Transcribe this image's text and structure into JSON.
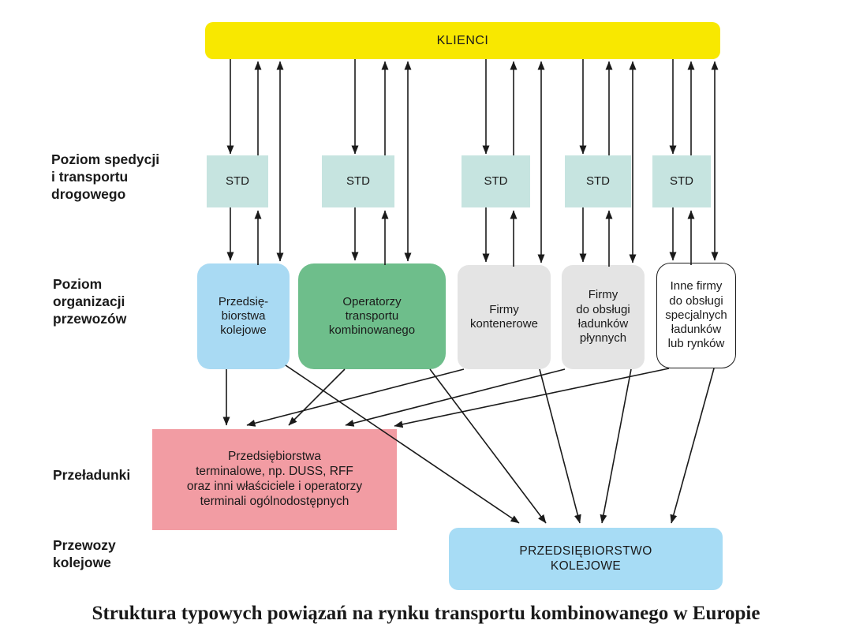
{
  "side_labels": {
    "forwarding": "Poziom spedycji\ni transportu\ndrogowego",
    "organization": "Poziom\norganizacji\nprzewozów",
    "transshipment": "Przeładunki",
    "rail": "Przewozy\nkolejowe"
  },
  "boxes": {
    "clients": "KLIENCI",
    "std": "STD",
    "rail_companies": "Przedsię-\nbiorstwa\nkolejowe",
    "combined_operators": "Operatorzy\ntransportu\nkombinowanego",
    "container_companies": "Firmy\nkontenerowe",
    "liquid_cargo_companies": "Firmy\ndo obsługi\nładunków\npłynnych",
    "other_companies": "Inne firmy\ndo obsługi\nspecjalnych\nładunków\nlub rynków",
    "terminal_companies": "Przedsiębiorstwa\nterminalowe, np. DUSS, RFF\noraz inni właściciele i operatorzy\nterminali ogólnodostępnych",
    "railway_enterprise": "PRZEDSIĘBIORSTWO\nKOLEJOWE"
  },
  "caption": "Struktura typowych powiązań na rynku transportu kombinowanego w Europie",
  "colors": {
    "clients_yellow": "#F8E800",
    "std_teal": "#C6E4E0",
    "rail_blue": "#A9DAF3",
    "operators_green": "#6EBE8B",
    "companies_gray": "#E4E4E4",
    "other_white": "#FFFFFF",
    "terminal_pink": "#F29CA3",
    "enterprise_blue": "#A7DCF5",
    "line_black": "#1A1A1A"
  }
}
